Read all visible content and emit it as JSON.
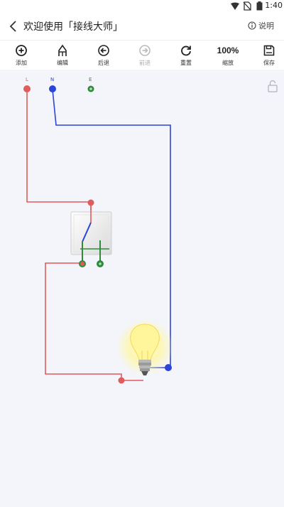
{
  "status": {
    "time": "1:40"
  },
  "header": {
    "title": "欢迎使用「接线大师」",
    "help_label": "说明"
  },
  "toolbar": {
    "add": "添加",
    "edit": "编辑",
    "undo": "后退",
    "redo": "前进",
    "reset": "重置",
    "zoom_value": "100%",
    "zoom_label": "缩放",
    "save": "保存"
  },
  "terminals": {
    "live": "L",
    "neutral": "N",
    "earth": "E"
  },
  "colors": {
    "live": "#e05b5b",
    "neutral": "#2a45d8",
    "earth": "#2e8b3a",
    "canvas": "#f4f5fa"
  }
}
